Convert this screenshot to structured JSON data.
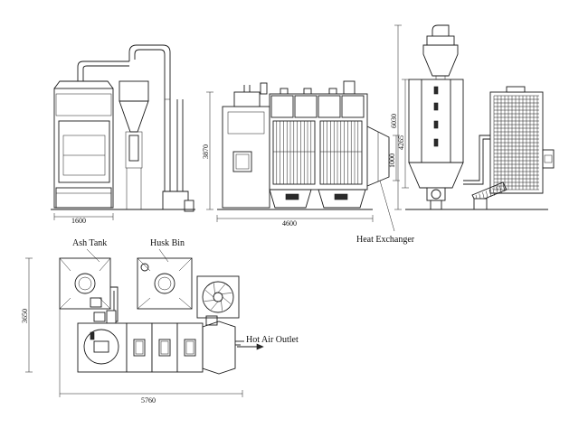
{
  "labels": {
    "heat_exchanger": "Heat Exchanger",
    "ash_tank": "Ash Tank",
    "husk_bin": "Husk Bin",
    "hot_air_outlet": "Hot Air Outlet"
  },
  "dimensions": {
    "front_width": "1600",
    "side_height": "3870",
    "side_width": "4600",
    "exchanger_height": "1000",
    "cyclone_total_height": "6030",
    "cyclone_body_height": "4265",
    "plan_width": "5760",
    "plan_depth": "3650"
  }
}
